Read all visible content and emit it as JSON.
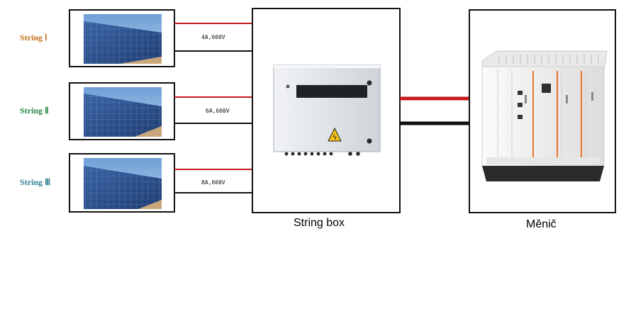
{
  "strings": [
    {
      "label": "String Ⅰ",
      "color": "#c8701c",
      "current": "4A,600V"
    },
    {
      "label": "String Ⅱ",
      "color": "#2e8a4a",
      "current": "6A,600V"
    },
    {
      "label": "String Ⅲ",
      "color": "#2f7f93",
      "current": "8A,600V"
    }
  ],
  "string_box": {
    "label": "String box"
  },
  "inverter": {
    "label": "Měnič"
  },
  "colors": {
    "positive_wire": "#c41a1a",
    "negative_wire": "#111111",
    "panel_blue": "#2d4f8c",
    "sky": "#8fb6e0",
    "enclosure": "#e4e7ea",
    "inverter_body": "#f2f2f2",
    "inverter_accent": "#e8742a",
    "warning_yellow": "#f2c21b"
  }
}
